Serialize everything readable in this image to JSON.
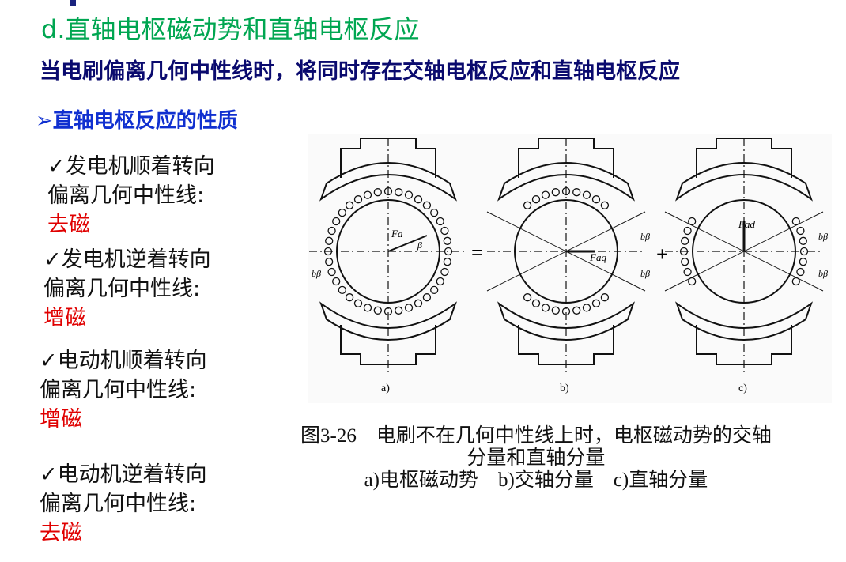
{
  "title": "d.直轴电枢磁动势和直轴电枢反应",
  "subtitle": "当电刷偏离几何中性线时，将同时存在交轴电枢反应和直轴电枢反应",
  "section": {
    "bullet": "➢",
    "label": "直轴电枢反应的性质"
  },
  "items": [
    {
      "check": "✓",
      "line1": "发电机顺着转向",
      "line2": "偏离几何中性线:",
      "result": "去磁"
    },
    {
      "check": "✓",
      "line1": "发电机逆着转向",
      "line2": "偏离几何中性线:",
      "result": "增磁"
    },
    {
      "check": "✓",
      "line1": "电动机顺着转向",
      "line2": "偏离几何中性线:",
      "result": "增磁"
    },
    {
      "check": "✓",
      "line1": "电动机逆着转向",
      "line2": "偏离几何中性线:",
      "result": "去磁"
    }
  ],
  "figure": {
    "labels": {
      "a": "a)",
      "b": "b)",
      "c": "c)",
      "Fa": "Fa",
      "beta": "β",
      "bbeta": "bβ",
      "Faq": "Faq",
      "Fad": "Fad",
      "eq": "=",
      "plus": "+"
    }
  },
  "caption": {
    "line1": "图3-26　电刷不在几何中性线上时，电枢磁动势的交轴",
    "line2": "分量和直轴分量",
    "line3": "a)电枢磁动势　b)交轴分量　c)直轴分量"
  },
  "colors": {
    "title": "#00a651",
    "subtitle": "#0a0a6e",
    "section": "#1030d0",
    "result": "#e00000"
  }
}
